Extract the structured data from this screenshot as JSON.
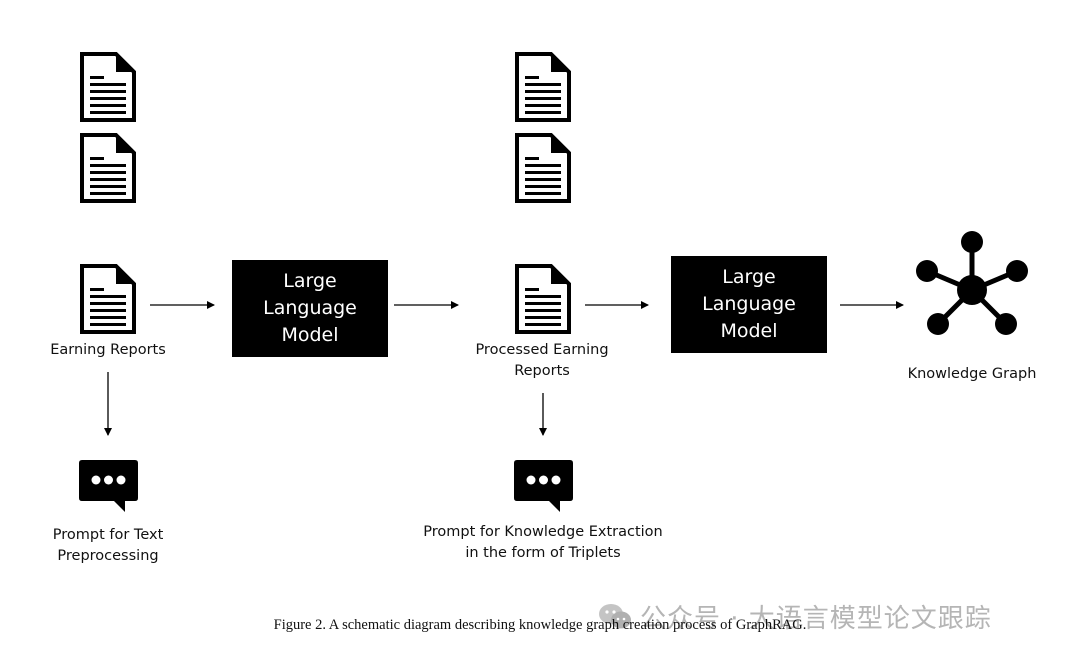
{
  "nodes": {
    "earning_reports": "Earning Reports",
    "llm_1": "Large\nLanguage\nModel",
    "processed_reports": "Processed Earning\nReports",
    "llm_2": "Large\nLanguage\nModel",
    "knowledge_graph": "Knowledge Graph",
    "prompt_text": "Prompt for Text\nPreprocessing",
    "prompt_knowledge": "Prompt for Knowledge Extraction\nin the form of Triplets"
  },
  "caption": "Figure 2. A schematic diagram describing knowledge graph creation process of GraphRAG.",
  "watermark": "公众号 · 大语言模型论文跟踪"
}
